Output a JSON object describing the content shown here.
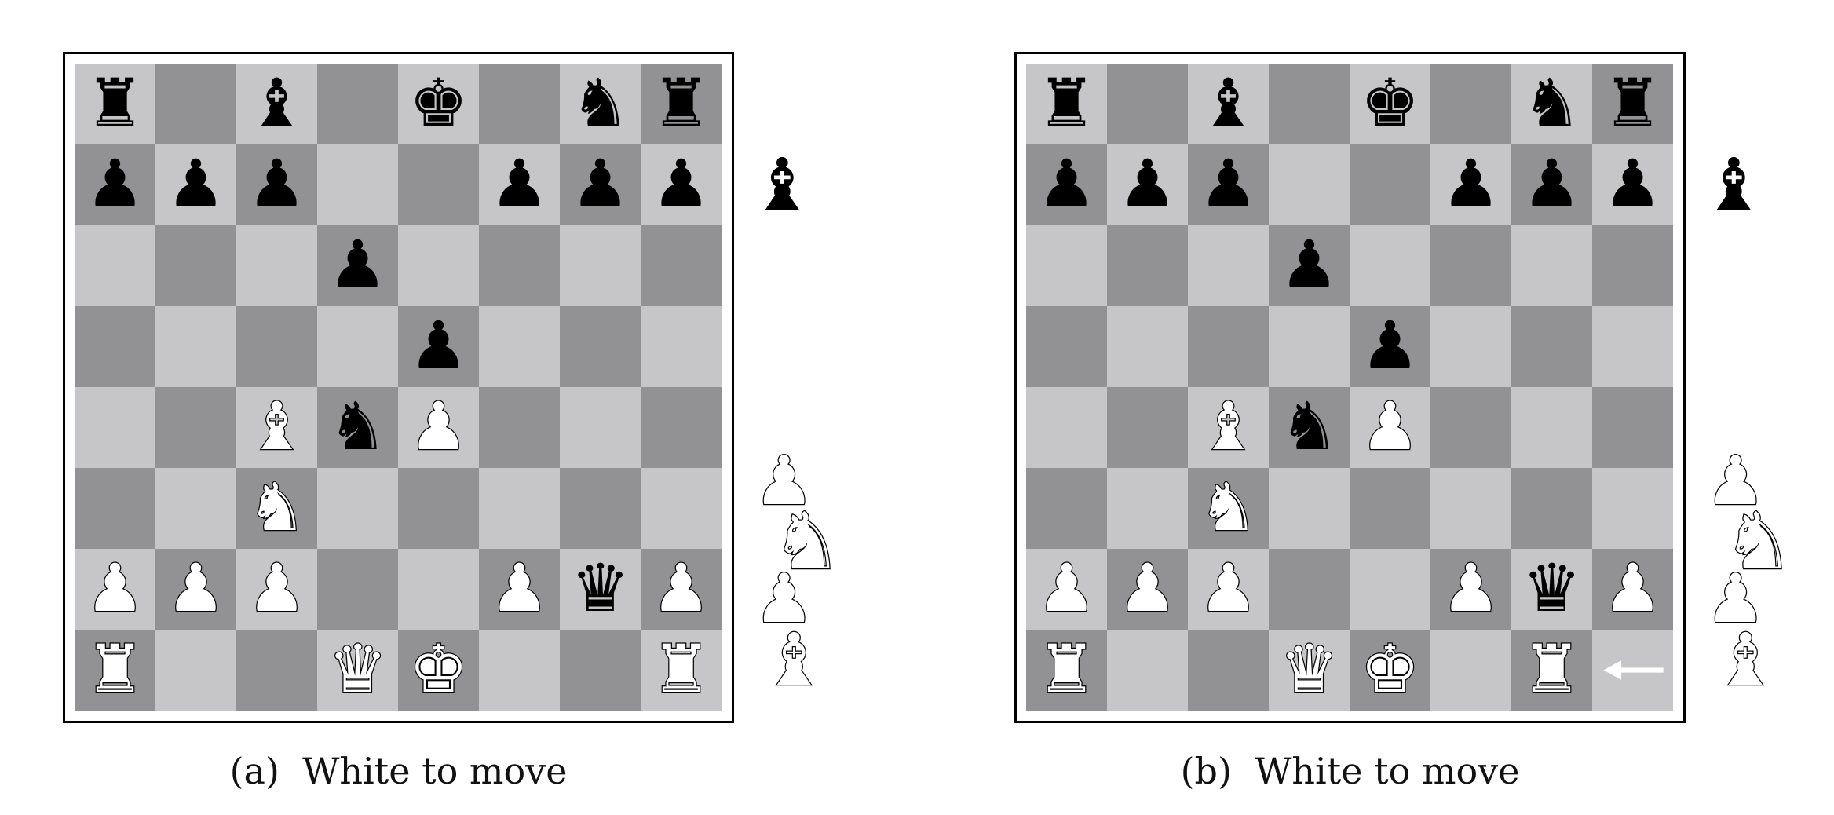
{
  "panels": [
    {
      "id": "a",
      "caption": "(a)  White to move",
      "board": [
        [
          "r",
          "",
          "b",
          "",
          "k",
          "",
          "n",
          "r"
        ],
        [
          "p",
          "p",
          "p",
          "",
          "",
          "p",
          "p",
          "p"
        ],
        [
          "",
          "",
          "",
          "p",
          "",
          "",
          "",
          ""
        ],
        [
          "",
          "",
          "",
          "",
          "p",
          "",
          "",
          ""
        ],
        [
          "",
          "",
          "B",
          "n",
          "P",
          "",
          "",
          ""
        ],
        [
          "",
          "",
          "N",
          "",
          "",
          "",
          "",
          ""
        ],
        [
          "P",
          "P",
          "P",
          "",
          "",
          "P",
          "q",
          "P"
        ],
        [
          "R",
          "",
          "",
          "Q",
          "K",
          "",
          "",
          "R"
        ]
      ],
      "arrow_square": null,
      "side_pieces": [
        {
          "piece": "b",
          "color": "black",
          "name": "captured-black-bishop-icon"
        },
        {
          "piece": "P",
          "color": "white",
          "name": "captured-white-pawn-icon"
        },
        {
          "piece": "N",
          "color": "white",
          "name": "captured-white-knight-icon"
        },
        {
          "piece": "P",
          "color": "white",
          "name": "captured-white-pawn-icon"
        },
        {
          "piece": "B",
          "color": "white",
          "name": "captured-white-bishop-icon"
        }
      ]
    },
    {
      "id": "b",
      "caption": "(b)  White to move",
      "board": [
        [
          "r",
          "",
          "b",
          "",
          "k",
          "",
          "n",
          "r"
        ],
        [
          "p",
          "p",
          "p",
          "",
          "",
          "p",
          "p",
          "p"
        ],
        [
          "",
          "",
          "",
          "p",
          "",
          "",
          "",
          ""
        ],
        [
          "",
          "",
          "",
          "",
          "p",
          "",
          "",
          ""
        ],
        [
          "",
          "",
          "B",
          "n",
          "P",
          "",
          "",
          ""
        ],
        [
          "",
          "",
          "N",
          "",
          "",
          "",
          "",
          ""
        ],
        [
          "P",
          "P",
          "P",
          "",
          "",
          "P",
          "q",
          "P"
        ],
        [
          "R",
          "",
          "",
          "Q",
          "K",
          "",
          "R",
          ""
        ]
      ],
      "arrow_square": "h1",
      "side_pieces": [
        {
          "piece": "b",
          "color": "black",
          "name": "captured-black-bishop-icon"
        },
        {
          "piece": "P",
          "color": "white",
          "name": "captured-white-pawn-icon"
        },
        {
          "piece": "N",
          "color": "white",
          "name": "captured-white-knight-icon"
        },
        {
          "piece": "P",
          "color": "white",
          "name": "captured-white-pawn-icon"
        },
        {
          "piece": "B",
          "color": "white",
          "name": "captured-white-bishop-icon"
        }
      ]
    }
  ],
  "colors": {
    "light_square": "#c6c6c8",
    "dark_square": "#929294",
    "frame": "#000000"
  }
}
